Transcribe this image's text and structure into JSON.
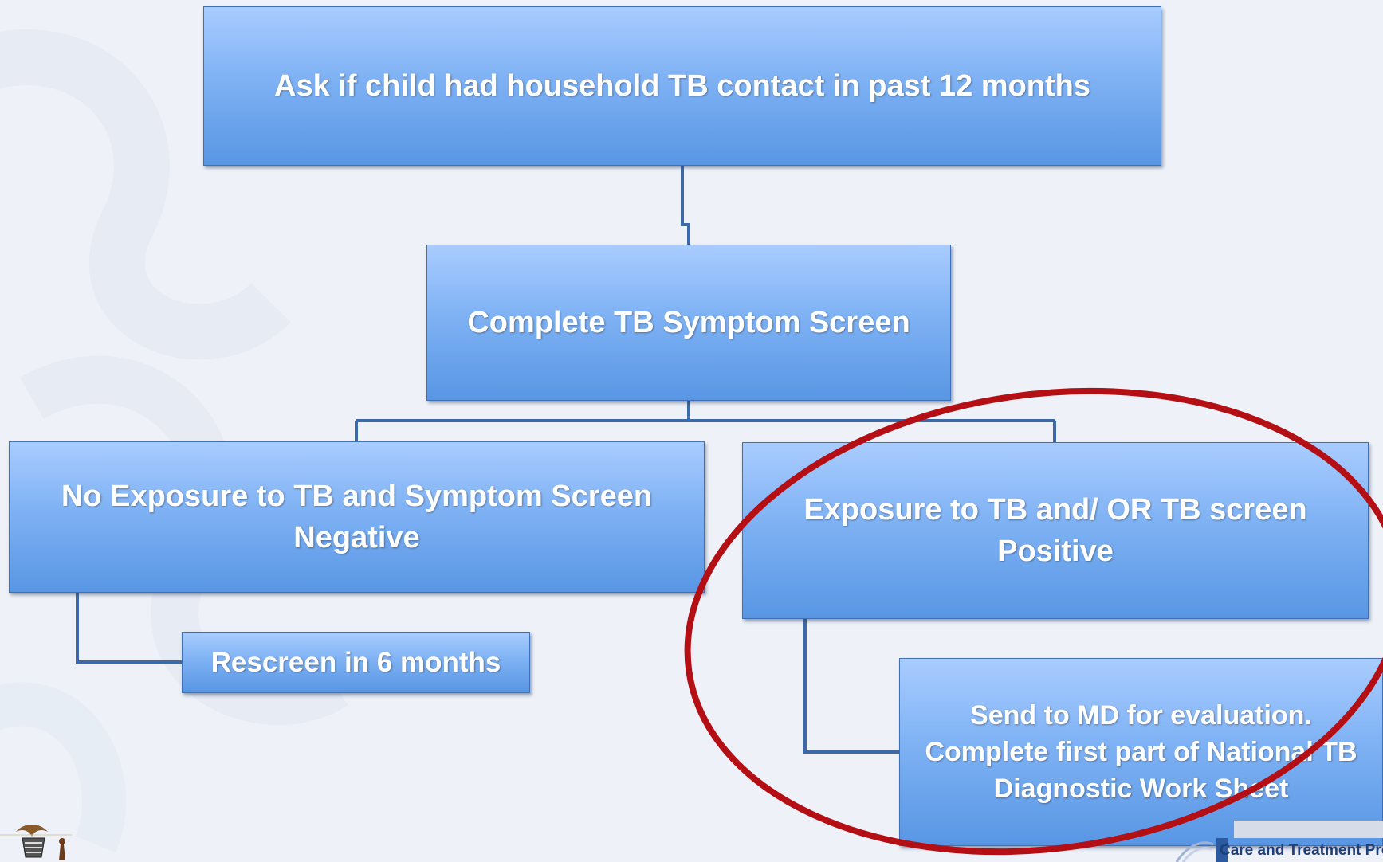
{
  "diagram": {
    "nodes": [
      {
        "id": "contact",
        "text": "Ask if child had household TB  contact in past 12 months"
      },
      {
        "id": "symptom",
        "text": "Complete TB Symptom Screen"
      },
      {
        "id": "negative",
        "lines": [
          "No Exposure to TB and Symptom Screen",
          "Negative"
        ]
      },
      {
        "id": "positive",
        "lines": [
          "Exposure to TB and/ OR  TB screen",
          "Positive"
        ]
      },
      {
        "id": "rescreen",
        "text": "Rescreen in 6 months"
      },
      {
        "id": "refer",
        "lines": [
          "Send to MD for evaluation.",
          "Complete first part of National TB",
          "Diagnostic Work Sheet"
        ]
      }
    ],
    "edges": [
      {
        "from": "contact",
        "to": "symptom"
      },
      {
        "from": "symptom",
        "to": "negative"
      },
      {
        "from": "symptom",
        "to": "positive"
      },
      {
        "from": "negative",
        "to": "rescreen"
      },
      {
        "from": "positive",
        "to": "refer"
      }
    ],
    "highlight": {
      "shape": "ellipse",
      "color": "#b40f14",
      "encloses": [
        "positive",
        "refer"
      ]
    }
  },
  "colors": {
    "box_top": "#a9ccff",
    "box_bottom": "#5896e4",
    "connector": "#3d6aa6",
    "background": "#eef2f8"
  },
  "footer": {
    "right_logo_text": "Care and Treatment Pro"
  }
}
